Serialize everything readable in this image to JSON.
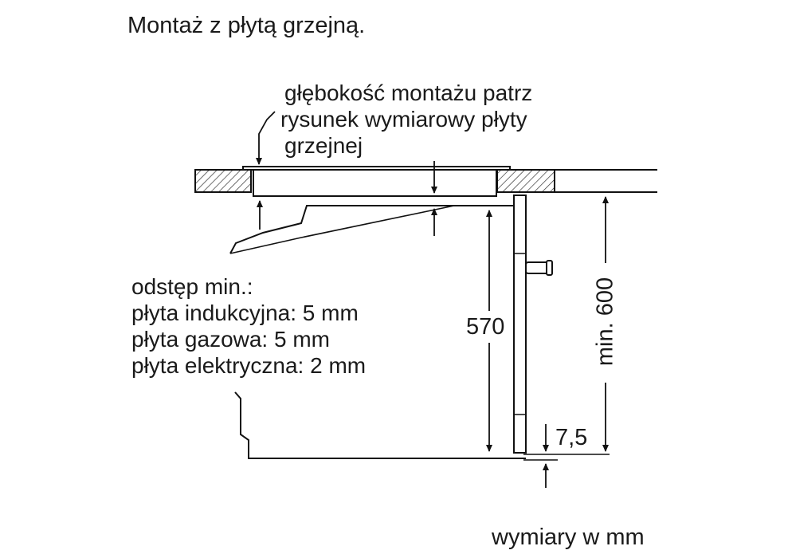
{
  "title": "Montaż z płytą grzejną.",
  "depth_note": [
    "głębokość montażu patrz",
    "rysunek wymiarowy płyty",
    "grzejnej"
  ],
  "clearance_note": [
    "odstęp min.:",
    "płyta indukcyjna: 5 mm",
    "płyta gazowa: 5 mm",
    "płyta elektryczna: 2 mm"
  ],
  "dimensions": {
    "oven_height": "570",
    "niche_height": "min. 600",
    "bottom_gap": "7,5"
  },
  "units_note": "wymiary w mm"
}
